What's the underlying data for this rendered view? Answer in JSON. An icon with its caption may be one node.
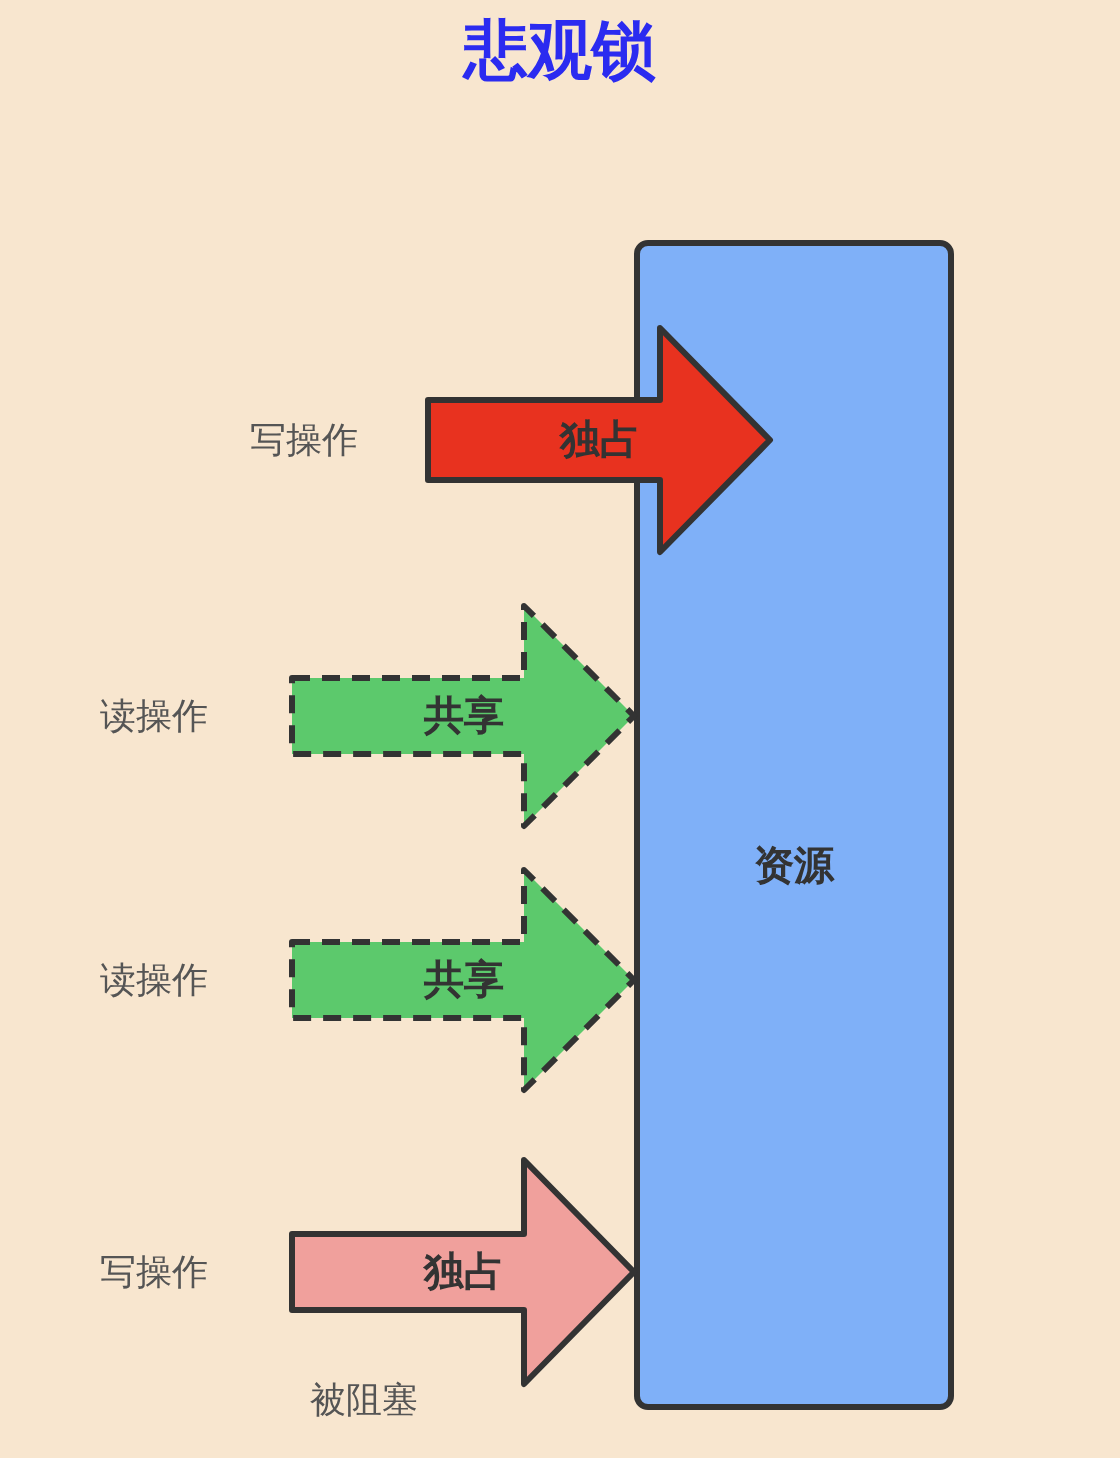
{
  "diagram": {
    "title": "悲观锁",
    "nodes": [
      {
        "text": [
          "资源"
        ]
      },
      {
        "text": [
          "写操作"
        ]
      },
      {
        "text": [
          "读操作"
        ]
      },
      {
        "text": [
          "读操作"
        ]
      },
      {
        "text": [
          "写操作"
        ]
      }
    ],
    "edges": [
      {
        "from": 1,
        "to": 0,
        "arrow": "to",
        "label": "独占",
        "color": "#e8321f"
      },
      {
        "from": 2,
        "to": 0,
        "arrow": "to",
        "label": "共享",
        "style": "dashed",
        "color": "#5cc96c"
      },
      {
        "from": 3,
        "to": 0,
        "arrow": "to",
        "label": "共享",
        "style": "dashed",
        "color": "#5cc96c"
      },
      {
        "from": 4,
        "to": 0,
        "arrow": "to",
        "label": "独占",
        "color": "#f0a09c"
      }
    ],
    "labels": [
      "被阻塞"
    ]
  }
}
